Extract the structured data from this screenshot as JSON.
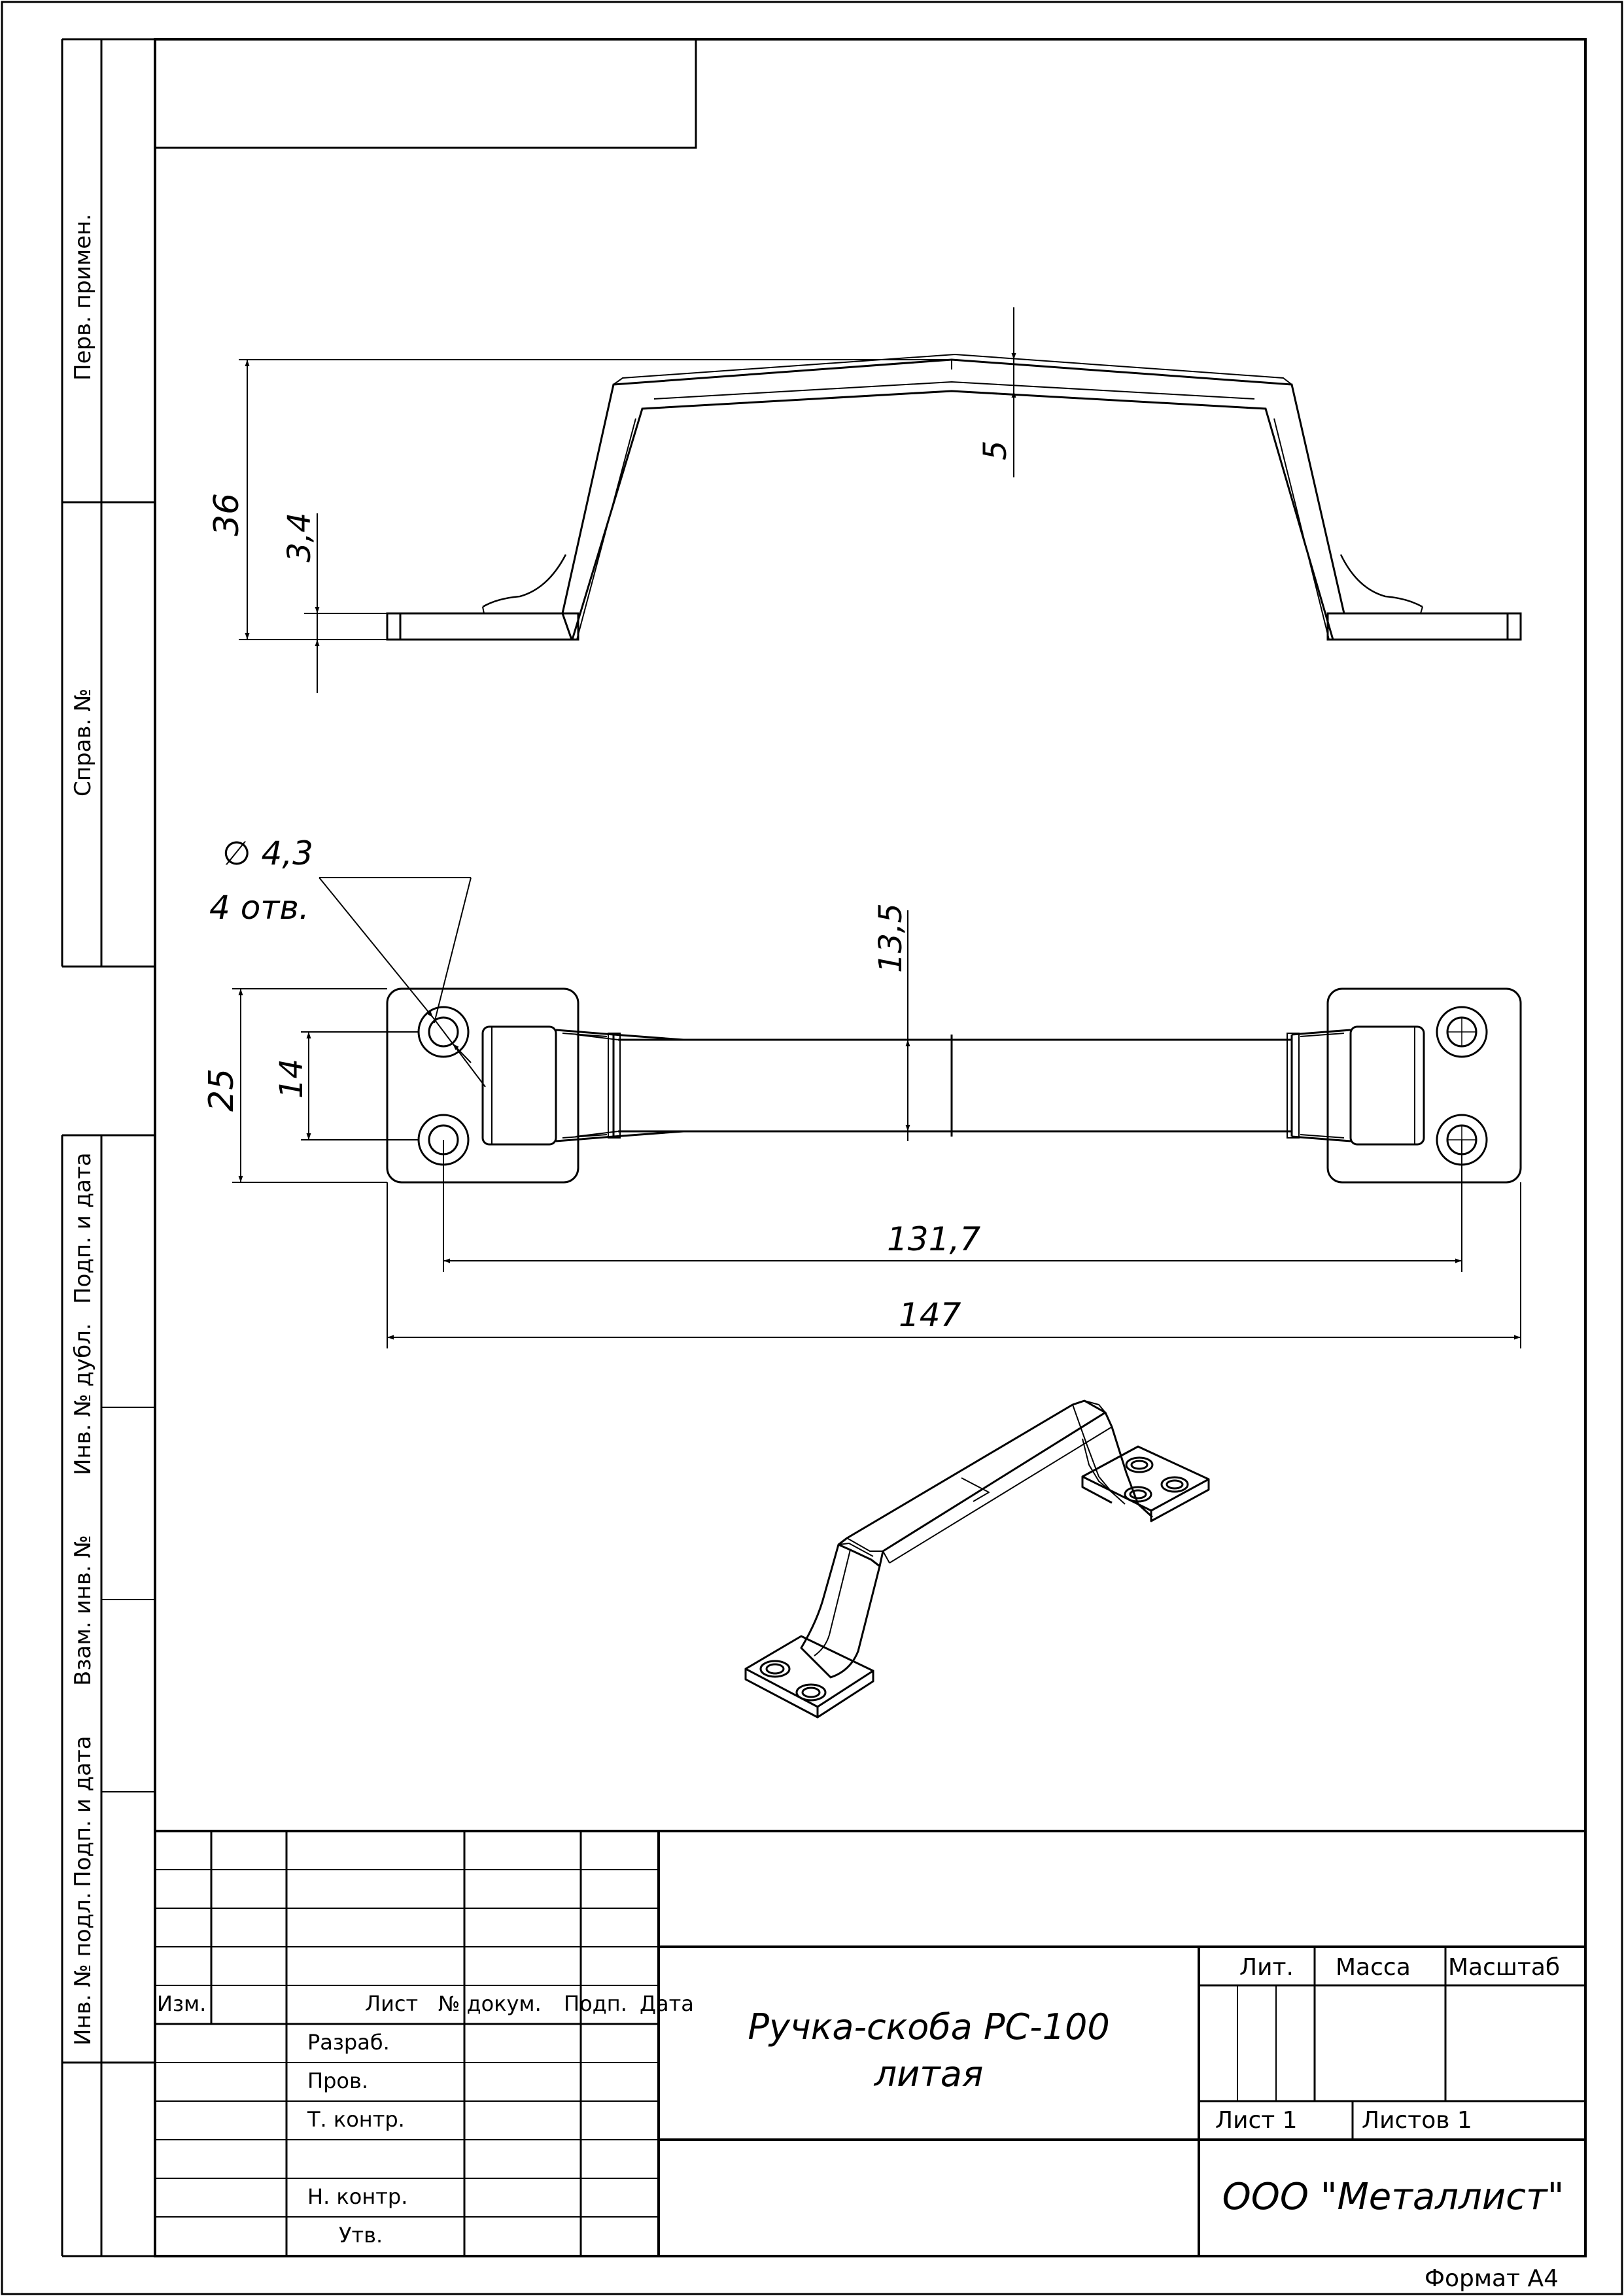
{
  "side_strip": {
    "perv_primen": "Перв. примен.",
    "sprav_no": "Справ. №",
    "podp_data_1": "Подп. и дата",
    "inv_no_dubl": "Инв. № дубл.",
    "vzam_inv_no": "Взам. инв. №",
    "podp_data_2": "Подп. и дата",
    "inv_no_podl": "Инв. № подл."
  },
  "dimensions": {
    "height_total": "36",
    "base_thickness": "3,4",
    "bar_thickness": "5",
    "hole_diameter": "∅ 4,3",
    "hole_count": "4 отв.",
    "bar_width": "13,5",
    "base_width": "25",
    "hole_spacing": "14",
    "hole_centers": "131,7",
    "overall_length": "147"
  },
  "title_block": {
    "col_izm": "Изм.",
    "col_list": "Лист",
    "col_dokum": "№ докум.",
    "col_podp": "Подп.",
    "col_data": "Дата",
    "razrab": "Разраб.",
    "prov": "Пров.",
    "t_kontr": "Т. контр.",
    "n_kontr": "Н. контр.",
    "utv": "Утв.",
    "title_line1": "Ручка-скоба РС-100",
    "title_line2": "литая",
    "lit": "Лит.",
    "massa": "Масса",
    "masshtab": "Масштаб",
    "sheet": "Лист 1",
    "sheets": "Листов 1",
    "company": "ООО \"Металлист\""
  },
  "format": "Формат А4"
}
